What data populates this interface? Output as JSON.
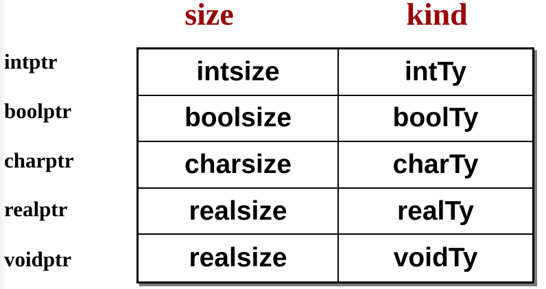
{
  "headers": {
    "size": "size",
    "kind": "kind"
  },
  "rows": [
    {
      "label": "intptr",
      "size": "intsize",
      "kind": "intTy"
    },
    {
      "label": "boolptr",
      "size": "boolsize",
      "kind": "boolTy"
    },
    {
      "label": "charptr",
      "size": "charsize",
      "kind": "charTy"
    },
    {
      "label": "realptr",
      "size": "realsize",
      "kind": "realTy"
    },
    {
      "label": "voidptr",
      "size": "realsize",
      "kind": "voidTy"
    }
  ],
  "colors": {
    "header": "#990000",
    "text": "#000000",
    "border": "#000000",
    "shadow": "#7a7a7a"
  }
}
